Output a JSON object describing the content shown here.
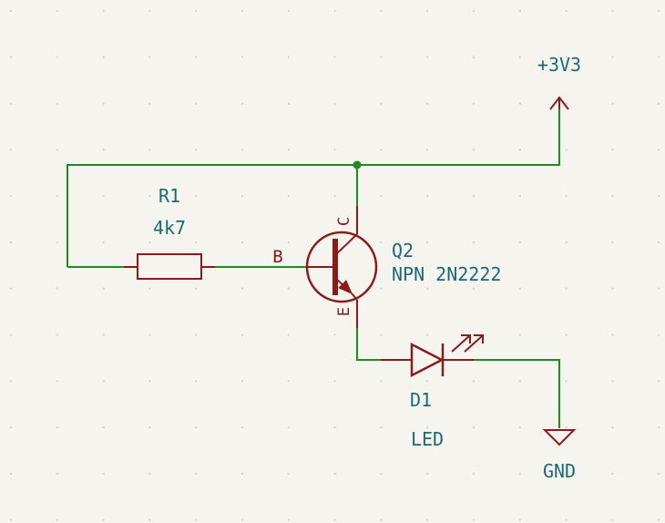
{
  "colors": {
    "background": "#f5f4ef",
    "grid_dot": "#c9c8c0",
    "wire": "#1e8c1e",
    "symbol": "#8b1a1a",
    "text": "#1c6a72"
  },
  "power": {
    "vcc_label": "+3V3",
    "gnd_label": "GND"
  },
  "r1": {
    "ref": "R1",
    "value": "4k7"
  },
  "q2": {
    "ref": "Q2",
    "value": "NPN 2N2222",
    "pin_b": "B",
    "pin_c": "C",
    "pin_e": "E"
  },
  "d1": {
    "ref": "D1",
    "value": "LED"
  }
}
